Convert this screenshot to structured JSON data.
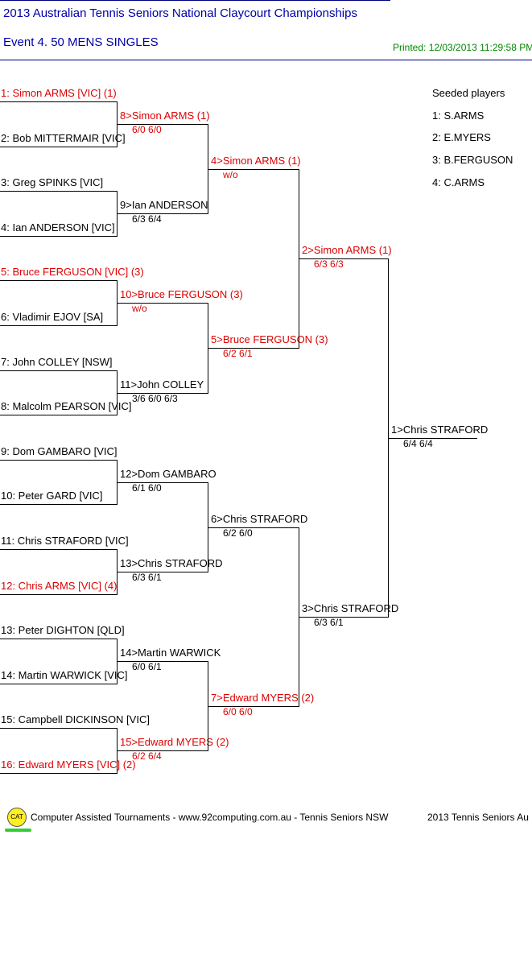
{
  "header": {
    "title": "2013 Australian Tennis Seniors National Claycourt Championships",
    "event": "Event 4. 50 MENS SINGLES",
    "printed": "Printed: 12/03/2013 11:29:58 PM"
  },
  "seeds": {
    "title": "Seeded players",
    "list": [
      "1: S.ARMS",
      "2: E.MYERS",
      "3: B.FERGUSON",
      "4: C.ARMS"
    ]
  },
  "round1": [
    {
      "label": "1: Simon ARMS [VIC] (1)",
      "seeded": true
    },
    {
      "label": "2: Bob MITTERMAIR [VIC]",
      "seeded": false
    },
    {
      "label": "3: Greg SPINKS [VIC]",
      "seeded": false
    },
    {
      "label": "4: Ian ANDERSON [VIC]",
      "seeded": false
    },
    {
      "label": "5: Bruce FERGUSON [VIC] (3)",
      "seeded": true
    },
    {
      "label": "6: Vladimir EJOV [SA]",
      "seeded": false
    },
    {
      "label": "7: John COLLEY [NSW]",
      "seeded": false
    },
    {
      "label": "8: Malcolm PEARSON [VIC]",
      "seeded": false
    },
    {
      "label": "9: Dom GAMBARO [VIC]",
      "seeded": false
    },
    {
      "label": "10: Peter GARD [VIC]",
      "seeded": false
    },
    {
      "label": "11: Chris STRAFORD [VIC]",
      "seeded": false
    },
    {
      "label": "12: Chris ARMS [VIC] (4)",
      "seeded": true
    },
    {
      "label": "13: Peter DIGHTON [QLD]",
      "seeded": false
    },
    {
      "label": "14: Martin WARWICK [VIC]",
      "seeded": false
    },
    {
      "label": "15: Campbell DICKINSON [VIC]",
      "seeded": false
    },
    {
      "label": "16: Edward MYERS [VIC] (2)",
      "seeded": true
    }
  ],
  "round2": [
    {
      "label": "8>Simon ARMS (1)",
      "score": "6/0 6/0",
      "seeded": true
    },
    {
      "label": "9>Ian ANDERSON",
      "score": "6/3 6/4",
      "seeded": false
    },
    {
      "label": "10>Bruce FERGUSON (3)",
      "score": "w/o",
      "seeded": true
    },
    {
      "label": "11>John COLLEY",
      "score": "3/6 6/0 6/3",
      "seeded": false
    },
    {
      "label": "12>Dom GAMBARO",
      "score": "6/1 6/0",
      "seeded": false
    },
    {
      "label": "13>Chris STRAFORD",
      "score": "6/3 6/1",
      "seeded": false
    },
    {
      "label": "14>Martin WARWICK",
      "score": "6/0 6/1",
      "seeded": false
    },
    {
      "label": "15>Edward MYERS (2)",
      "score": "6/2 6/4",
      "seeded": true
    }
  ],
  "round3": [
    {
      "label": "4>Simon ARMS (1)",
      "score": "w/o",
      "seeded": true
    },
    {
      "label": "5>Bruce FERGUSON (3)",
      "score": "6/2 6/1",
      "seeded": true
    },
    {
      "label": "6>Chris STRAFORD",
      "score": "6/2 6/0",
      "seeded": false
    },
    {
      "label": "7>Edward MYERS (2)",
      "score": "6/0 6/0",
      "seeded": true
    }
  ],
  "round4": [
    {
      "label": "2>Simon ARMS (1)",
      "score": "6/3 6/3",
      "seeded": true
    },
    {
      "label": "3>Chris STRAFORD",
      "score": "6/3 6/1",
      "seeded": false
    }
  ],
  "final": {
    "label": "1>Chris STRAFORD",
    "score": "6/4 6/4",
    "seeded": false
  },
  "footer": {
    "logo_text": "CAT",
    "text": "Computer Assisted Tournaments - www.92computing.com.au -  Tennis Seniors NSW",
    "right": "2013 Tennis Seniors Au"
  },
  "colors": {
    "title": "#0000aa",
    "seeded": "#dd0000",
    "printed": "#008800",
    "rule": "#000080"
  }
}
